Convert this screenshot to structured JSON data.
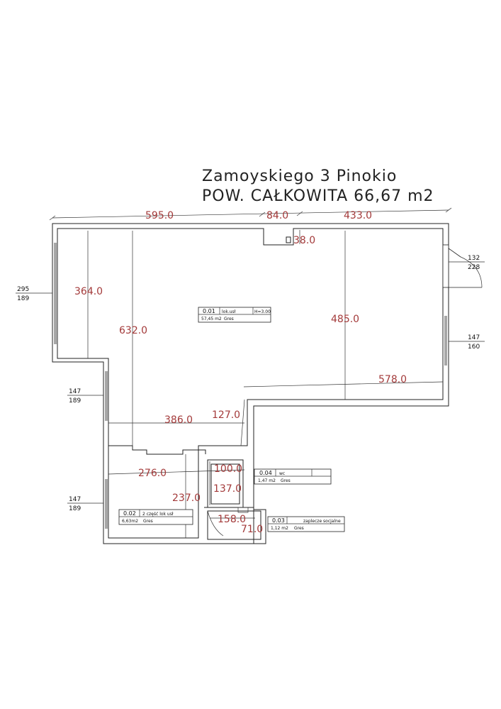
{
  "header": {
    "title": "Zamoyskiego 3 Pinokio",
    "subtitle": "POW. CAŁKOWITA 66,67 m2"
  },
  "dimensions": {
    "d595": "595.0",
    "d84": "84.0",
    "d433": "433.0",
    "d38": "38.0",
    "d364": "364.0",
    "d632": "632.0",
    "d485": "485.0",
    "d578": "578.0",
    "d386": "386.0",
    "d127": "127.0",
    "d276": "276.0",
    "d100": "100.0",
    "d137": "137.0",
    "d237": "237.0",
    "d158": "158.0",
    "d71": "71.0"
  },
  "rooms": [
    {
      "number": "0.01",
      "name": "lok.usł",
      "height": "H=3.00",
      "area": "57,45 m2",
      "floor": "Gres"
    },
    {
      "number": "0.02",
      "name": "2 część lok usł",
      "area": "6,63m2",
      "floor": "Gres"
    },
    {
      "number": "0.03",
      "name": "zaplecze socjalne",
      "area": "1,12 m2",
      "floor": "Gres"
    },
    {
      "number": "0.04",
      "name": "wc",
      "area": "1,47 m2",
      "floor": "Gres"
    }
  ],
  "openings": {
    "w1_top": "295",
    "w1_bottom": "189",
    "w2_top": "147",
    "w2_bottom": "189",
    "w3_top": "147",
    "w3_bottom": "189",
    "door_top": "132",
    "door_bottom": "228",
    "w4_top": "147",
    "w4_bottom": "160"
  }
}
